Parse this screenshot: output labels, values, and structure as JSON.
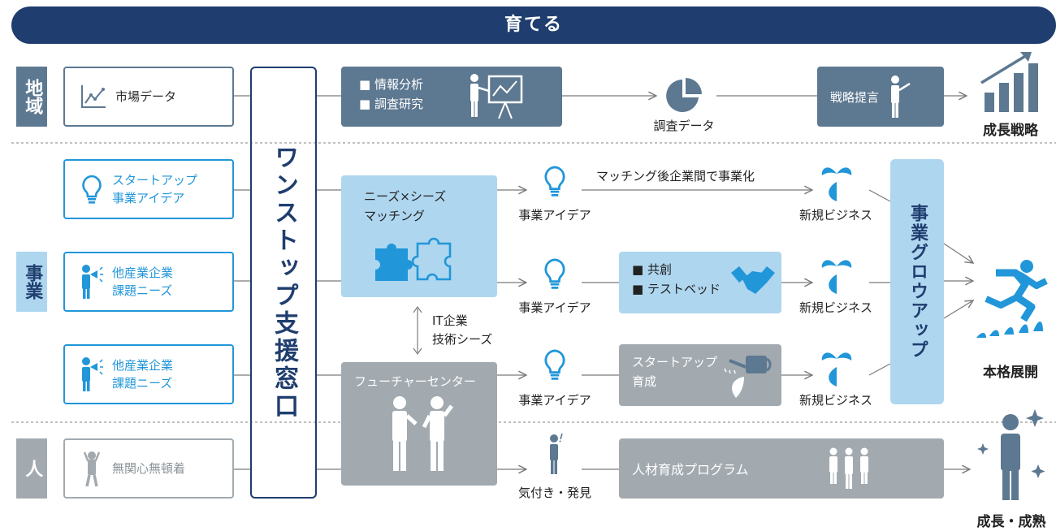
{
  "banner": "育てる",
  "categories": {
    "region": "地域",
    "business": "事業",
    "people": "人"
  },
  "left": {
    "market": "市場データ",
    "startup_idea_1": "スタートアップ",
    "startup_idea_2": "事業アイデア",
    "needs_a_1": "他産業企業",
    "needs_a_2": "課題ニーズ",
    "needs_b_1": "他産業企業",
    "needs_b_2": "課題ニーズ",
    "apathy": "無関心無頓着"
  },
  "onestop": "ワンストップ支援窓口",
  "analysis": {
    "item1": "■ 情報分析",
    "item2": "■ 調査研究"
  },
  "survey_data": "調査データ",
  "strategy_proposal": "戦略提言",
  "growth_strategy": "成長戦略",
  "matching": {
    "line1": "ニーズ×シーズ",
    "line2": "マッチング"
  },
  "it_seeds": {
    "line1": "IT企業",
    "line2": "技術シーズ"
  },
  "future_center": "フューチャーセンター",
  "idea_label": "事業アイデア",
  "matching_note": "マッチング後企業間で事業化",
  "cocreate": {
    "item1": "■ 共創",
    "item2": "■ テストベッド"
  },
  "startup_dev": {
    "line1": "スタートアップ",
    "line2": "育成"
  },
  "new_business": "新規ビジネス",
  "growup": "事業グロウアップ",
  "full_deploy": "本格展開",
  "awareness": "気付き・発見",
  "hr_program": "人材育成プログラム",
  "growth_maturity": "成長・成熟",
  "colors": {
    "navy": "#1f3d6e",
    "dark_box": "#5d7891",
    "light_box": "#aed6ef",
    "grey_box": "#a2aab0",
    "bright_blue": "#2196d9"
  }
}
